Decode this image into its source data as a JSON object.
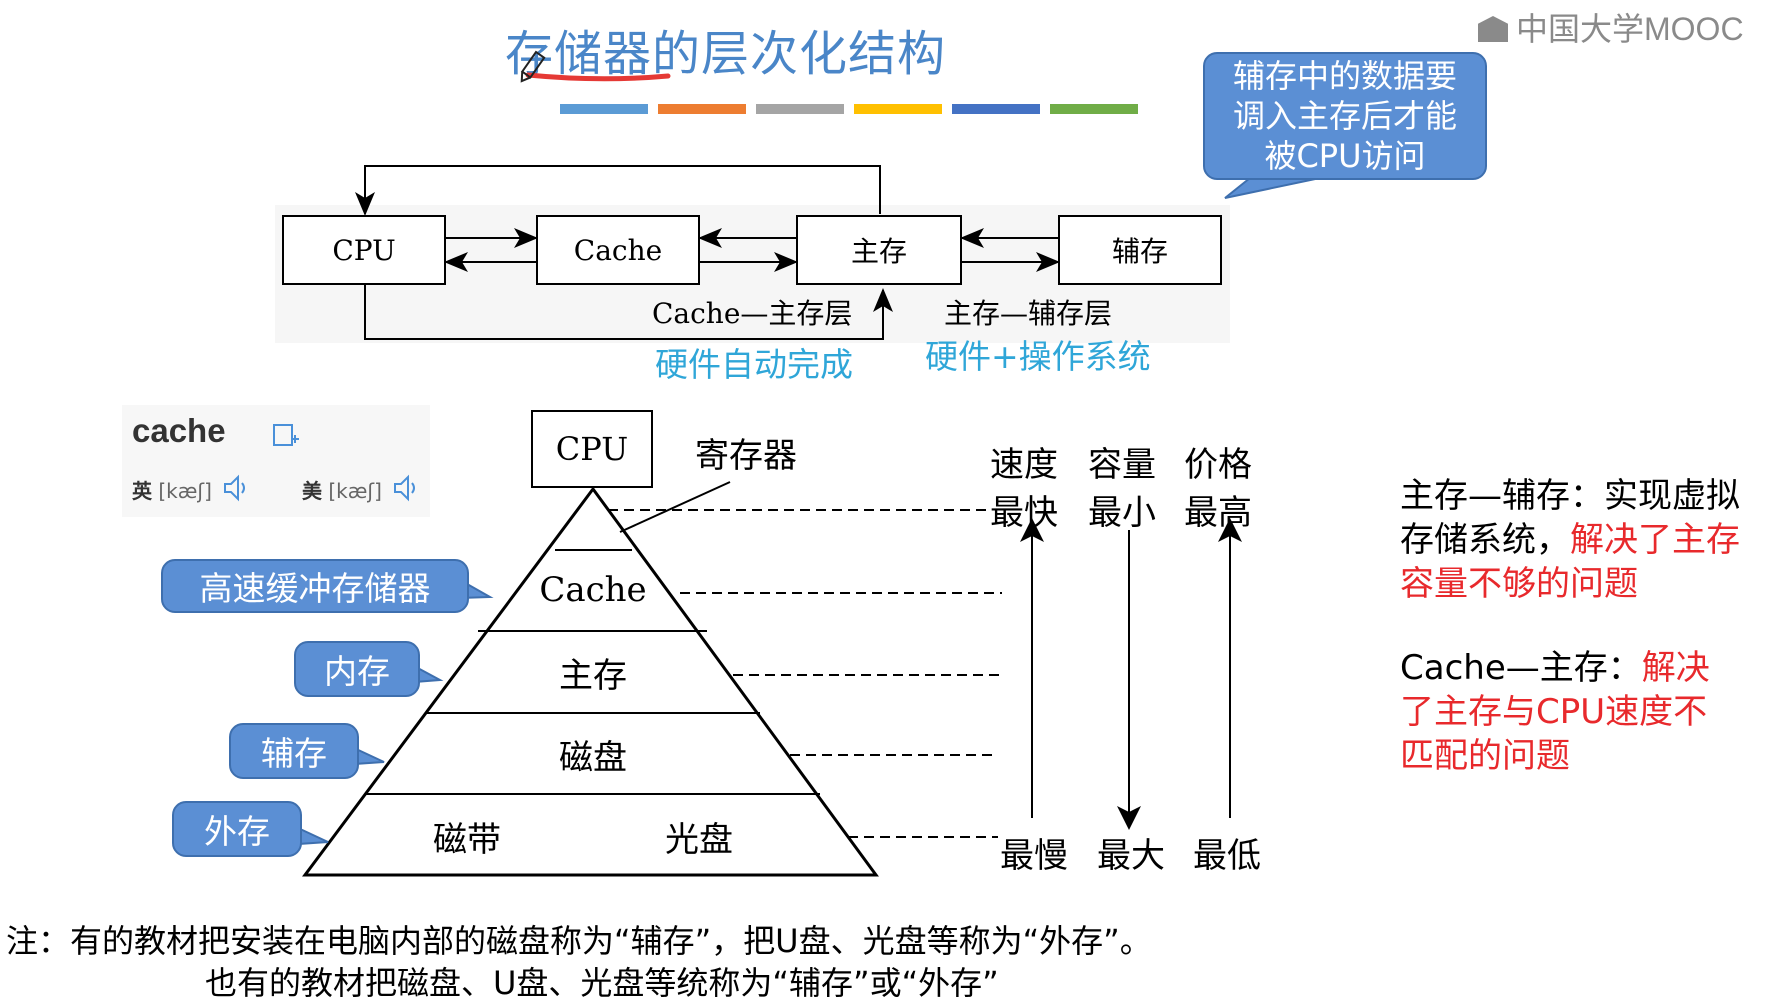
{
  "title": "存储器的层次化结构",
  "logo": "中国大学MOOC",
  "palette": [
    "#5b9bd5",
    "#ed7d31",
    "#a5a5a5",
    "#ffc000",
    "#4472c4",
    "#70ad47"
  ],
  "top_diagram": {
    "boxes": {
      "cpu": "CPU",
      "cache": "Cache",
      "main": "主存",
      "aux": "辅存"
    },
    "label_cache_main": "Cache—主存层",
    "label_main_aux": "主存—辅存层",
    "note_cache_main": "硬件自动完成",
    "note_main_aux": "硬件+操作系统",
    "callout": "辅存中的数据要调入主存后才能被CPU访问"
  },
  "dictionary": {
    "word": "cache",
    "uk_label": "英",
    "uk_ipa": "[kæʃ]",
    "us_label": "美",
    "us_ipa": "[kæʃ]"
  },
  "pyramid": {
    "top_box": "CPU",
    "register_label": "寄存器",
    "levels": [
      "Cache",
      "主存",
      "磁盘"
    ],
    "bottom_left": "磁带",
    "bottom_right": "光盘"
  },
  "left_callouts": [
    "高速缓冲存储器",
    "内存",
    "辅存",
    "外存"
  ],
  "metrics": {
    "headers": [
      "速度",
      "容量",
      "价格"
    ],
    "top": [
      "最快",
      "最小",
      "最高"
    ],
    "bottom": [
      "最慢",
      "最大",
      "最低"
    ]
  },
  "right_notes": {
    "n1_black": "主存—辅存：实现虚拟存储系统，",
    "n1_red": "解决了主存容量不够的问题",
    "n2_black": "Cache—主存：",
    "n2_red": "解决了主存与CPU速度不匹配的问题"
  },
  "footer": {
    "line1": "注：有的教材把安装在电脑内部的磁盘称为“辅存”，把U盘、光盘等称为“外存”。",
    "line2": "也有的教材把磁盘、U盘、光盘等统称为“辅存”或“外存”"
  }
}
